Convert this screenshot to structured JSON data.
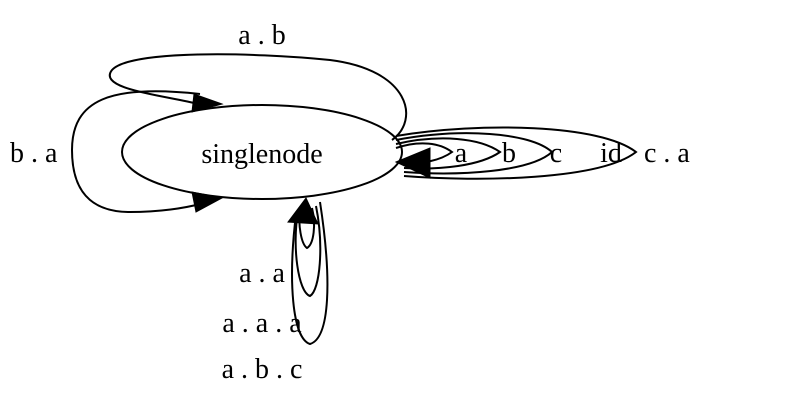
{
  "diagram": {
    "type": "graph",
    "node": {
      "label": "singlenode"
    },
    "self_loops": [
      {
        "label": "a . b"
      },
      {
        "label": "b . a"
      },
      {
        "label": "a"
      },
      {
        "label": "b"
      },
      {
        "label": "c"
      },
      {
        "label": "id"
      },
      {
        "label": "c . a"
      },
      {
        "label": "a . a"
      },
      {
        "label": "a . a . a"
      },
      {
        "label": "a . b . c"
      }
    ]
  }
}
